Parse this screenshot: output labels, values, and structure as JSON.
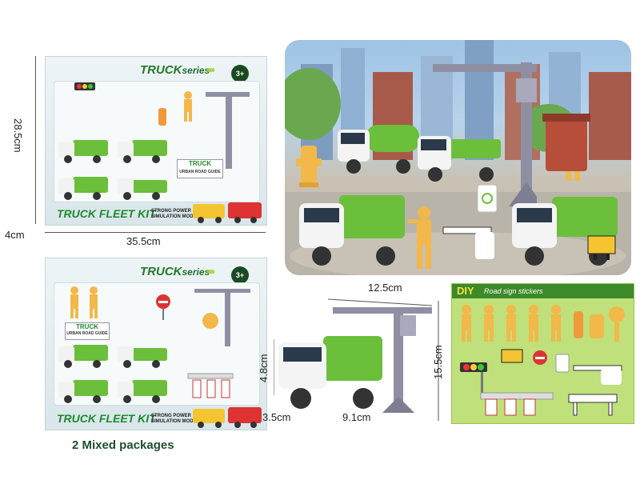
{
  "product": {
    "series_word": "TRUCK",
    "series_suffix": "series",
    "age": "3+",
    "title": "TRUCK FLEET KIT",
    "tagline_1": "STRONG POWER",
    "tagline_2": "SIMULATION MODE",
    "badge_1": "TRUCK",
    "badge_2": "URBAN ROAD GUIDE"
  },
  "dimensions": {
    "box_height": "28.5cm",
    "box_depth": "4cm",
    "box_width": "35.5cm",
    "crane_width": "12.5cm",
    "crane_height": "15.5cm",
    "truck_height": "4.8cm",
    "truck_depth": "3.5cm",
    "truck_length": "9.1cm"
  },
  "diy": {
    "label": "DIY",
    "subtitle": "Road sign stickers"
  },
  "caption": "2 Mixed packages",
  "colors": {
    "truck_green": "#6bbf3a",
    "dark_green": "#1f6e2f",
    "figure_orange": "#f2b84a",
    "crane_gray": "#8f8fa3"
  }
}
